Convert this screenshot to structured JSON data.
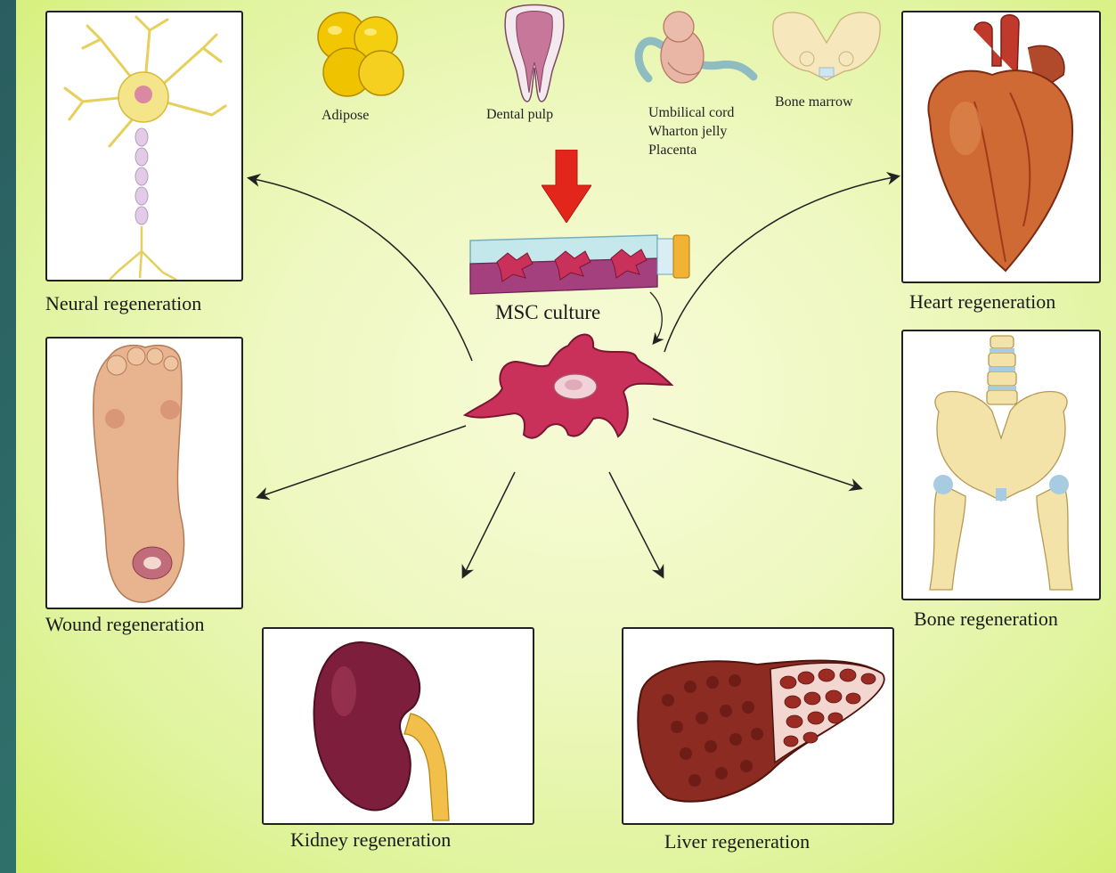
{
  "sources": {
    "adipose": "Adipose",
    "dental_pulp": "Dental pulp",
    "umbilical_lines": [
      "Umbilical cord",
      "Wharton jelly",
      "Placenta"
    ],
    "bone_marrow": "Bone marrow"
  },
  "center": {
    "culture_label": "MSC culture"
  },
  "targets": {
    "neural": "Neural regeneration",
    "heart": "Heart regeneration",
    "wound": "Wound regeneration",
    "bone": "Bone regeneration",
    "kidney": "Kidney regeneration",
    "liver": "Liver regeneration"
  },
  "colors": {
    "arrow_red": "#e3261b",
    "cell_magenta": "#c9305a",
    "kidney": "#7d1f3c",
    "liver": "#8b2b22",
    "heart": "#c85a2a",
    "bone": "#f3e3a8"
  },
  "icons": [
    "adipose-icon",
    "tooth-icon",
    "fetus-icon",
    "pelvis-icon",
    "msc-flask-icon",
    "msc-cell-icon",
    "neuron-icon",
    "heart-icon",
    "foot-wound-icon",
    "bone-pelvis-icon",
    "kidney-icon",
    "liver-icon"
  ]
}
